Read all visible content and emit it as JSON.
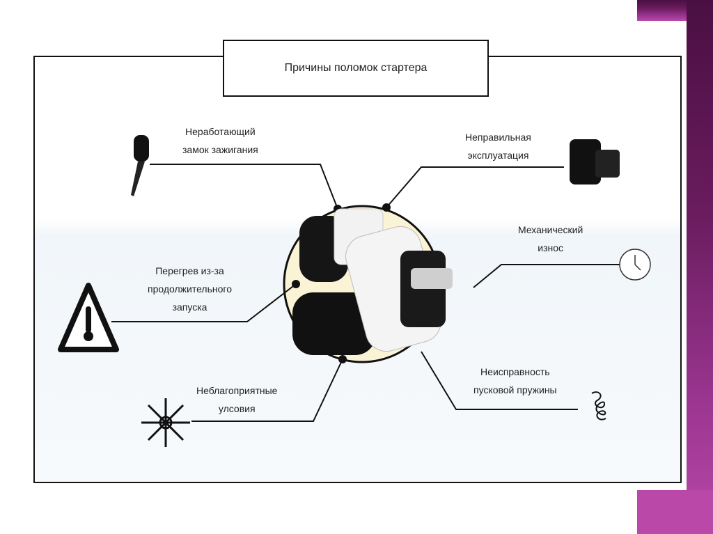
{
  "title": "Причины поломок стартера",
  "causes": {
    "ignition": [
      "Неработающий",
      "замок зажигания"
    ],
    "misuse": [
      "Неправильная",
      "эксплуатация"
    ],
    "wear": [
      "Механический",
      "износ"
    ],
    "overheat": [
      "Перегрев из-за",
      "продолжительного",
      "запуска"
    ],
    "weather": [
      "Неблагоприятные",
      "улсовия"
    ],
    "spring": [
      "Неисправность",
      "пусковой пружины"
    ]
  },
  "colors": {
    "accent_dark": "#4a0f42",
    "accent_light": "#b948a8",
    "line": "#111111"
  }
}
